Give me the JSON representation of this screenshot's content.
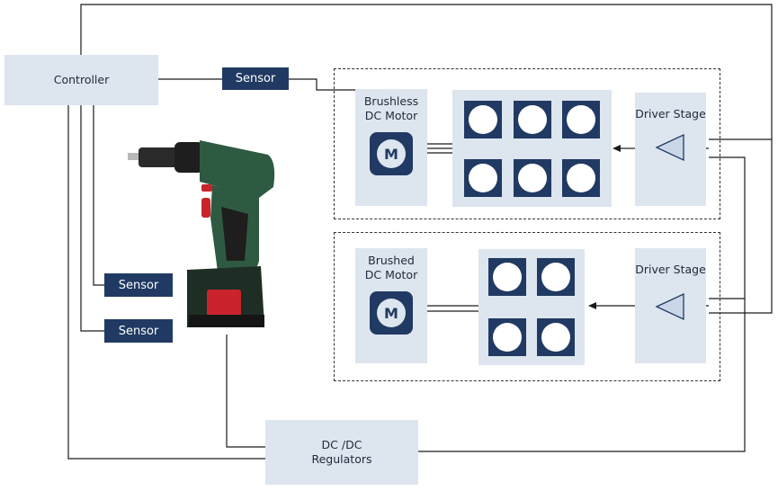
{
  "controller": {
    "label": "Controller"
  },
  "sensors": {
    "top": "Sensor",
    "left_upper": "Sensor",
    "left_lower": "Sensor"
  },
  "brushless": {
    "motor_title": "Brushless\nDC Motor",
    "motor_symbol": "M",
    "driver_title": "Driver Stage"
  },
  "brushed": {
    "motor_title": "Brushed\nDC Motor",
    "motor_symbol": "M",
    "driver_title": "Driver Stage"
  },
  "regulator": {
    "label": "DC /DC\nRegulators"
  },
  "icons": {
    "mosfet": "mosfet-icon",
    "amplifier": "amplifier-icon",
    "drill": "cordless-drill-image"
  },
  "colors": {
    "navy": "#213a63",
    "pale_blue": "#dde5ef",
    "drill_green": "#2f5a42",
    "trigger_red": "#c9242b"
  }
}
